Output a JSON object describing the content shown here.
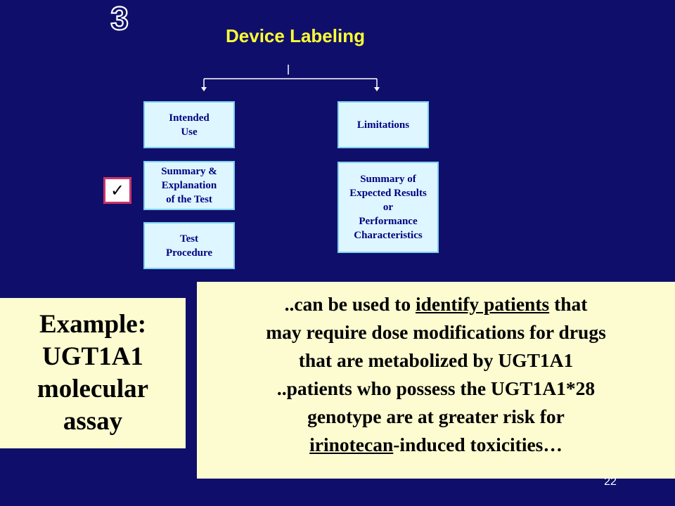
{
  "badge": {
    "text": "3",
    "fill": "#0f0f6b",
    "stroke": "#ffffff"
  },
  "title": "Device Labeling",
  "boxes": {
    "intended_use": [
      "Intended",
      "Use"
    ],
    "summary": [
      "Summary &",
      "Explanation",
      "of the Test"
    ],
    "test_procedure": [
      "Test",
      "Procedure"
    ],
    "limitations": [
      "Limitations"
    ],
    "expected_results": [
      "Summary of",
      "Expected Results",
      "or",
      "Performance",
      "Characteristics"
    ]
  },
  "checkmark": "✓",
  "example": [
    "Example:",
    "UGT1A1",
    "molecular",
    "assay"
  ],
  "quote": {
    "l1_pre": "..can be used to ",
    "l1_u": "identify patients",
    "l1_post": " that",
    "l2": "may require dose modifications for drugs",
    "l3": "that are metabolized by UGT1A1",
    "l4": "..patients who possess the UGT1A1*28",
    "l5": "genotype are at greater risk for",
    "l6_u": "irinotecan",
    "l6_post": "-induced toxicities…"
  },
  "slide_number": "22",
  "colors": {
    "background": "#0f0f6b",
    "title": "#ffff33",
    "box_fill": "#ddf6ff",
    "box_text": "#000080",
    "note_fill": "#fdfbd0",
    "check_border": "#cc3366"
  }
}
